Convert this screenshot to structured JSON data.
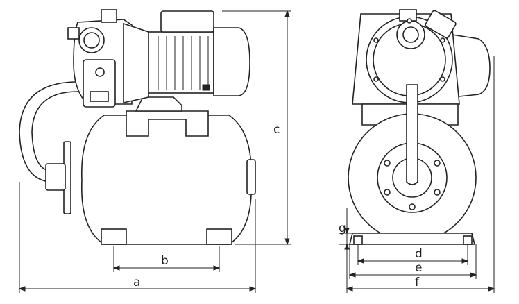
{
  "labels": {
    "a": "a",
    "b": "b",
    "c": "c",
    "d": "d",
    "e": "e",
    "f": "f",
    "g": "g"
  }
}
